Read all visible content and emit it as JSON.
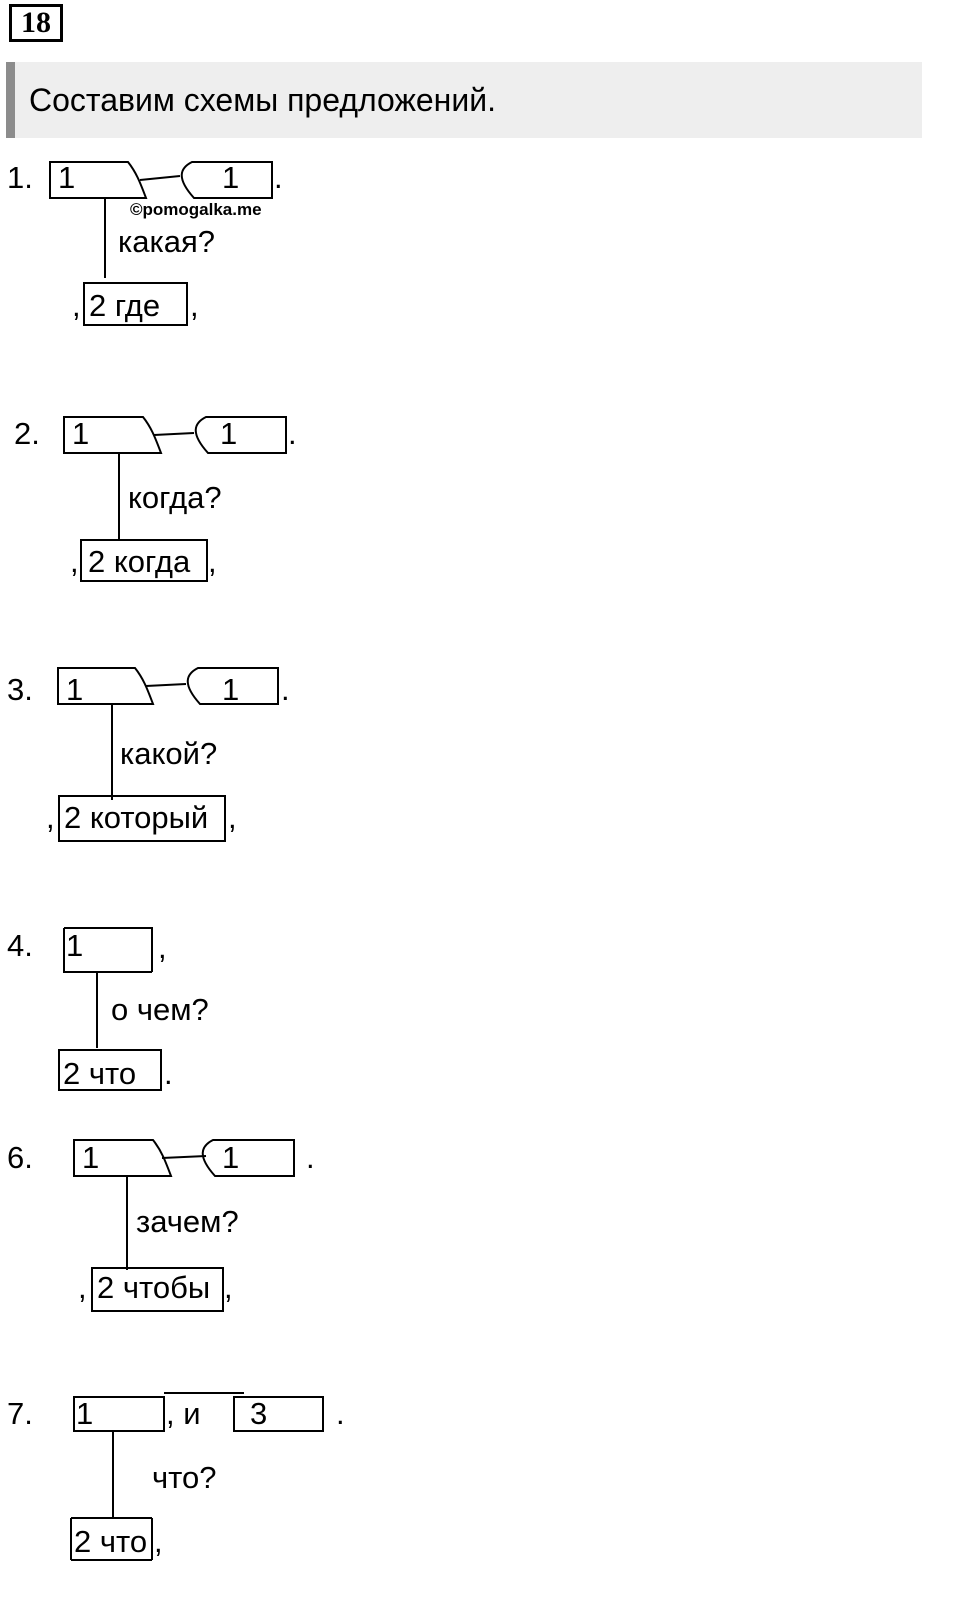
{
  "task": {
    "number": "18",
    "instruction": "Составим схемы предложений."
  },
  "watermark": "©pomogalka.me",
  "schemes": [
    {
      "label": "1.",
      "main_left": "1",
      "main_right": "1",
      "end_punct": ".",
      "question": "какая?",
      "clause_left_punct": ",",
      "clause": "2 где",
      "clause_right_punct": ","
    },
    {
      "label": "2.",
      "main_left": "1",
      "main_right": "1",
      "end_punct": ".",
      "question": "когда?",
      "clause_left_punct": ",",
      "clause": "2 когда",
      "clause_right_punct": ","
    },
    {
      "label": "3.",
      "main_left": "1",
      "main_right": "1",
      "end_punct": ".",
      "question": "какой?",
      "clause_left_punct": ",",
      "clause": "2 который",
      "clause_right_punct": ","
    },
    {
      "label": "4.",
      "main": "1",
      "main_punct": ",",
      "question": "о чем?",
      "clause": "2 что",
      "clause_end_punct": "."
    },
    {
      "label": "6.",
      "main_left": "1",
      "main_right": "1",
      "end_punct": ".",
      "question": "зачем?",
      "clause_left_punct": ",",
      "clause": "2 чтобы",
      "clause_right_punct": ","
    },
    {
      "label": "7.",
      "main": "1",
      "conj": ", и",
      "third": "3",
      "end_punct": ".",
      "question": "что?",
      "clause": "2 что",
      "clause_right_punct": ","
    }
  ]
}
